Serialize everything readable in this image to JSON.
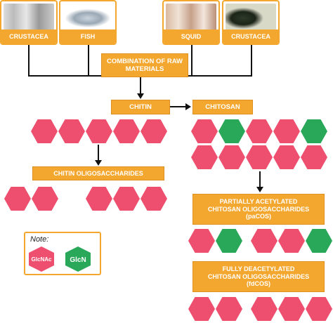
{
  "raw_materials": [
    {
      "label": "CRUSTACEA",
      "image": "crab-shrimp-photo"
    },
    {
      "label": "FISH",
      "image": "fish-photo"
    },
    {
      "label": "SQUID",
      "image": "squid-photo"
    },
    {
      "label": "CRUSTACEA",
      "image": "mussel-photo"
    }
  ],
  "combination_label": "COMBINATION OF RAW MATERIALS",
  "chitin_label": "CHITIN",
  "chitosan_label": "CHITOSAN",
  "chitin_oligo_label": "CHITIN OLIGOSACCHARIDES",
  "paCOS_label": "PARTIALLY ACETYLATED CHITOSAN OLIGOSACCHARIDES (paCOS)",
  "fdCOS_label": "FULLY DEACETYLATED CHITOSAN OLIGOSACCHARIDES (fdCOS)",
  "note": {
    "title": "Note:",
    "glcnac_label": "GlcNAc",
    "glcn_label": "GlcN"
  },
  "colors": {
    "orange": "#f4a72e",
    "glcnac": "#ef4f6e",
    "glcn": "#2aa85a",
    "arrow": "#111111"
  },
  "hex_rows": {
    "chitin": [
      "glcnac",
      "glcnac",
      "glcnac",
      "glcnac",
      "glcnac"
    ],
    "chitosan_top": [
      "glcnac",
      "glcn",
      "glcnac",
      "glcnac",
      "glcn"
    ],
    "chitosan_bottom": [
      "glcnac",
      "glcnac",
      "glcnac",
      "glcnac",
      "glcnac"
    ],
    "chitin_oligo_a": [
      "glcnac",
      "glcnac"
    ],
    "chitin_oligo_b": [
      "glcnac",
      "glcnac",
      "glcnac"
    ],
    "paCOS_a": [
      "glcnac",
      "glcn"
    ],
    "paCOS_b": [
      "glcnac",
      "glcnac",
      "glcn"
    ],
    "fdCOS_a": [
      "glcnac",
      "glcnac"
    ],
    "fdCOS_b": [
      "glcnac",
      "glcnac",
      "glcnac"
    ]
  }
}
